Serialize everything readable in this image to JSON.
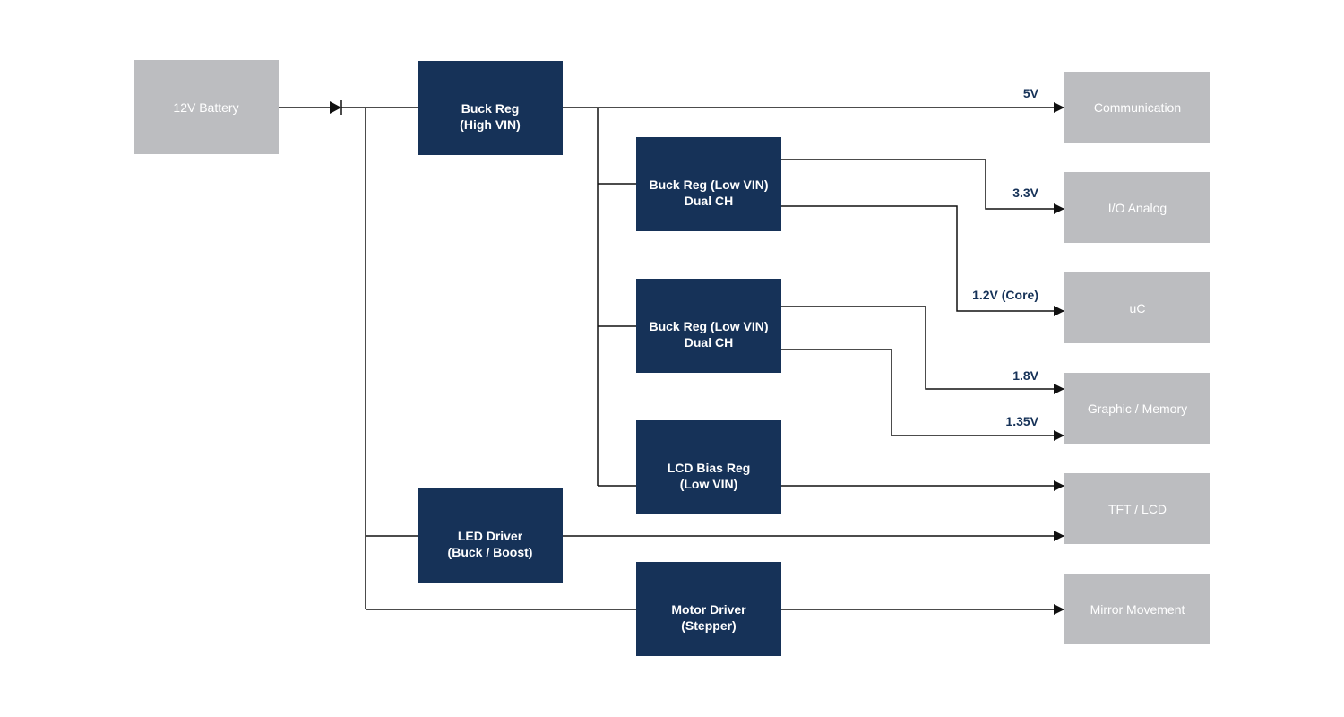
{
  "source": {
    "label": "12V Battery"
  },
  "regulators": {
    "buck_high_vin": "Buck Reg\n(High VIN)",
    "buck_low_vin_1": "Buck Reg (Low VIN)\nDual CH",
    "buck_low_vin_2": "Buck Reg (Low VIN)\nDual CH",
    "lcd_bias": "LCD Bias Reg\n(Low VIN)",
    "led_driver": "LED Driver\n(Buck / Boost)",
    "motor_driver": "Motor Driver\n(Stepper)"
  },
  "loads": {
    "communication": "Communication",
    "io_analog": "I/O Analog",
    "uc": "uC",
    "graphic_memory": "Graphic / Memory",
    "tft_lcd": "TFT / LCD",
    "mirror_movement": "Mirror Movement"
  },
  "rails": {
    "v5": "5V",
    "v33": "3.3V",
    "v12_core": "1.2V (Core)",
    "v18": "1.8V",
    "v135": "1.35V"
  },
  "colors": {
    "regulator": "#163258",
    "load": "#bcbdc0",
    "wire": "#111111"
  }
}
